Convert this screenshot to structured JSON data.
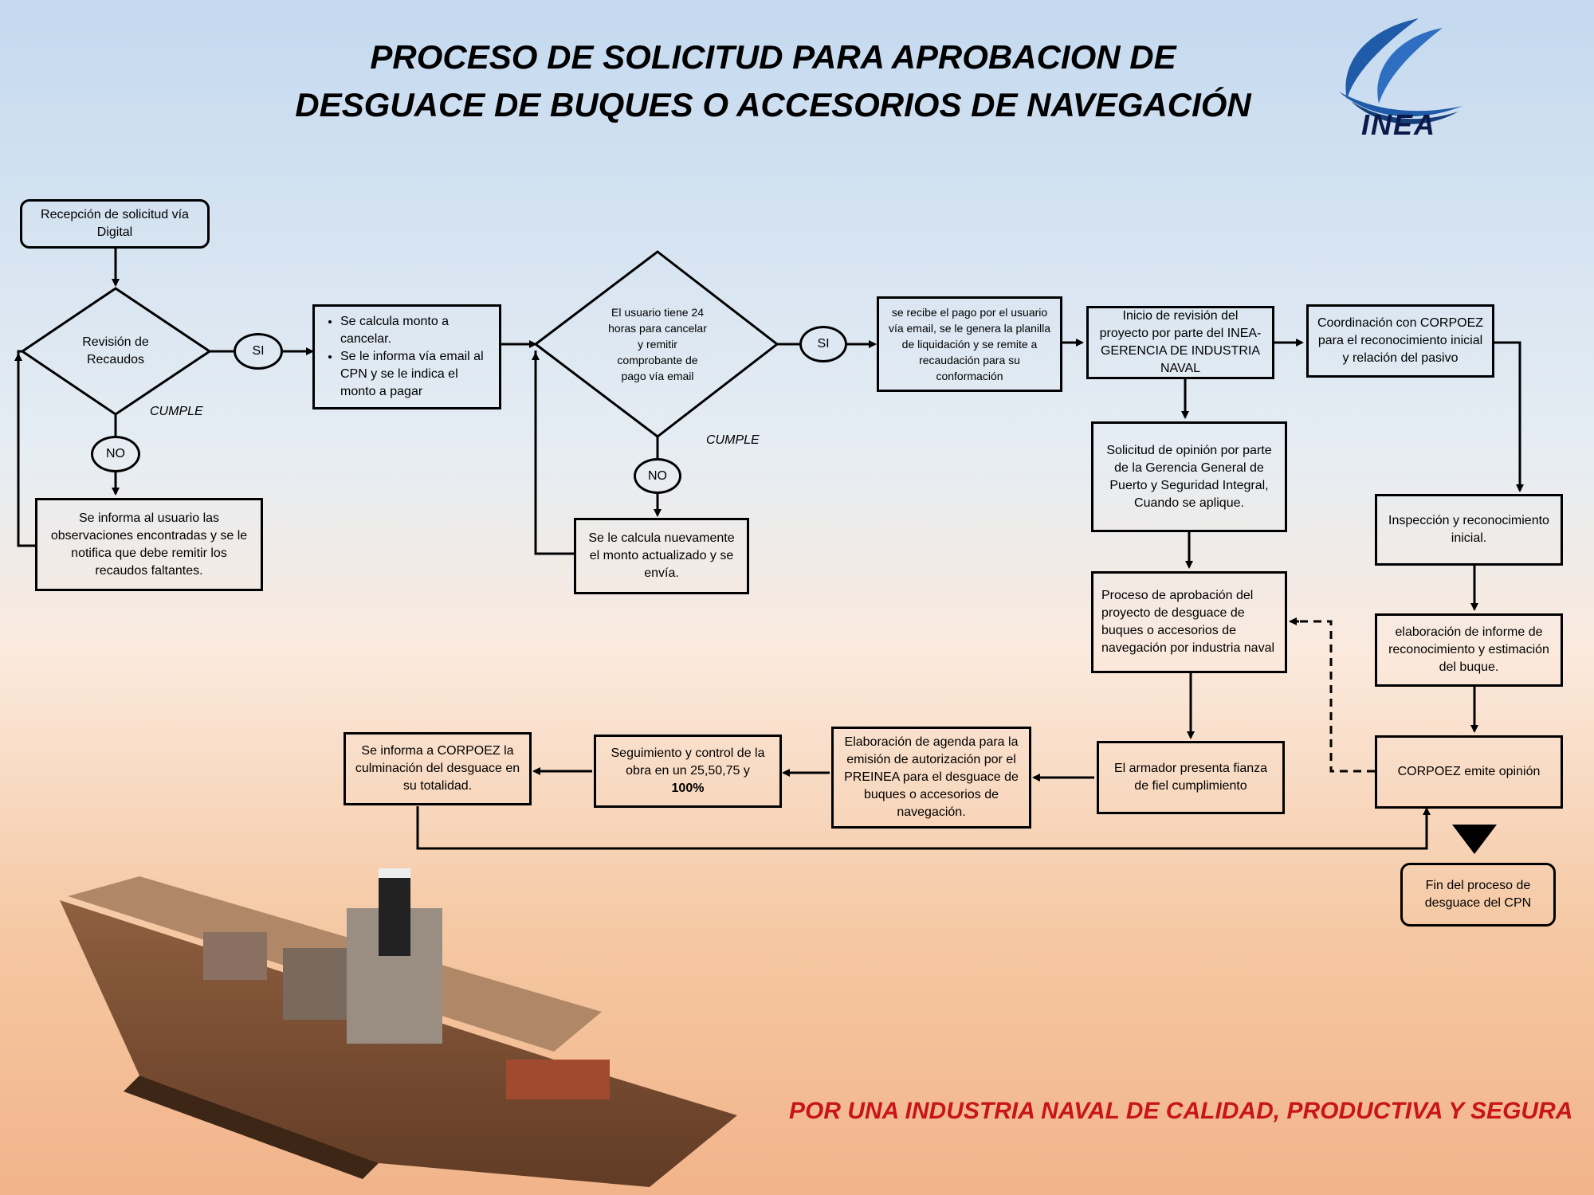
{
  "title": {
    "line1": "PROCESO DE SOLICITUD PARA APROBACION DE",
    "line2": "DESGUACE DE BUQUES O ACCESORIOS DE NAVEGACIÓN"
  },
  "logo": {
    "text": "INEA",
    "icon": "inea-wave-logo",
    "color": "#1f5ba8"
  },
  "nodes": {
    "recepcion": "Recepción de solicitud vía Digital",
    "revision": "Revisión de Recaudos",
    "si1": "SI",
    "cumple1": "CUMPLE",
    "no1": "NO",
    "informa_usuario": "Se informa al usuario las observaciones encontradas y se le notifica que debe remitir los recaudos faltantes.",
    "calcula_monto": [
      "Se calcula monto a cancelar.",
      "Se le informa vía email al CPN y se le indica el monto a pagar"
    ],
    "usuario_tiene": "El usuario tiene 24 horas para cancelar y remitir comprobante de pago vía email",
    "si2": "SI",
    "cumple2": "CUMPLE",
    "no2": "NO",
    "recalcula": "Se le calcula nuevamente el monto actualizado y se envía.",
    "recibe_pago": "se recibe el pago por el usuario vía email, se le genera la planilla de liquidación y se remite a recaudación para su conformación",
    "inicio_revision": "Inicio de revisión del proyecto por parte del INEA- GERENCIA DE INDUSTRIA NAVAL",
    "coordinacion": "Coordinación con CORPOEZ para el reconocimiento inicial y relación del pasivo",
    "solicitud_opinion": "Solicitud de opinión por parte de la Gerencia General de Puerto y Seguridad Integral, Cuando se aplique.",
    "inspeccion": "Inspección y reconocimiento inicial.",
    "proceso_aprobacion": "Proceso de aprobación del proyecto de desguace de buques o accesorios de navegación por industria naval",
    "elaboracion_informe": "elaboración de informe de reconocimiento y estimación del buque.",
    "corpoez_opinion": "CORPOEZ emite opinión",
    "armador_fianza": "El armador presenta fianza de fiel cumplimiento",
    "elaboracion_agenda": "Elaboración de agenda para la emisión de autorización por el PREINEA para el desguace de buques o accesorios de navegación.",
    "seguimiento": "Seguimiento y control de la obra en un 25,50,75 y",
    "seguimiento_bold": "100%",
    "informa_corpoez": "Se informa a CORPOEZ la culminación del desguace en su totalidad.",
    "fin_proceso": "Fin del proceso de desguace del CPN"
  },
  "slogan": "POR UNA INDUSTRIA NAVAL DE CALIDAD, PRODUCTIVA Y SEGURA",
  "image": {
    "icon": "rusty-ship-photo"
  }
}
